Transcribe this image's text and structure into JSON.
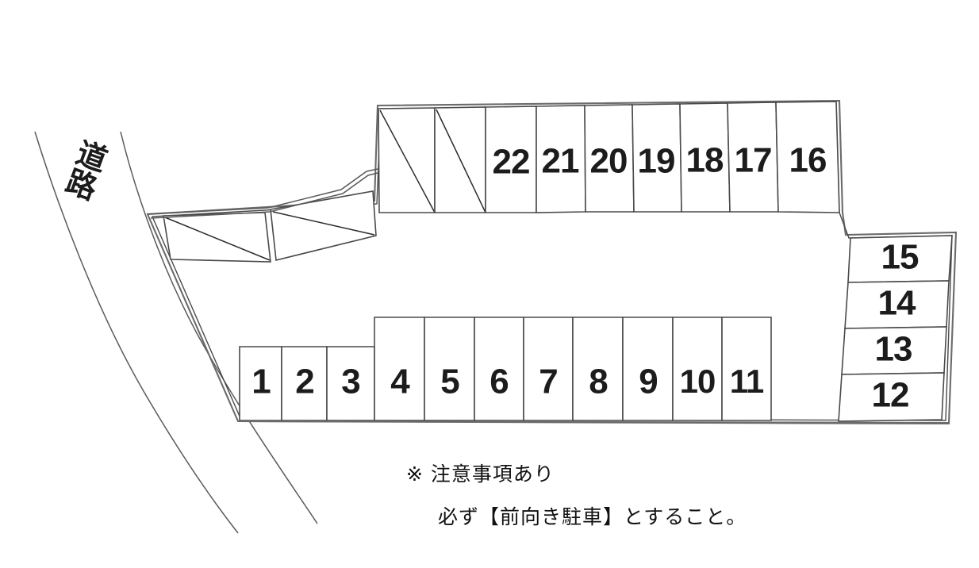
{
  "diagram": {
    "title": "parking-lot-layout",
    "road_label": "道路",
    "colors": {
      "line": "#4a4a4a",
      "outline": "#6b6b6b",
      "text": "#1c1c1c",
      "background": "#ffffff"
    }
  },
  "notes": {
    "line1": "※ 注意事項あり",
    "line2": "必ず【前向き駐車】とすること。"
  },
  "stalls": {
    "top_row": [
      {
        "label": "22"
      },
      {
        "label": "21"
      },
      {
        "label": "20"
      },
      {
        "label": "19"
      },
      {
        "label": "18"
      },
      {
        "label": "17"
      },
      {
        "label": "16"
      }
    ],
    "right_column": [
      {
        "label": "15"
      },
      {
        "label": "14"
      },
      {
        "label": "13"
      },
      {
        "label": "12"
      }
    ],
    "bottom_row": [
      {
        "label": "1"
      },
      {
        "label": "2"
      },
      {
        "label": "3"
      },
      {
        "label": "4"
      },
      {
        "label": "5"
      },
      {
        "label": "6"
      },
      {
        "label": "7"
      },
      {
        "label": "8"
      },
      {
        "label": "9"
      },
      {
        "label": "10"
      },
      {
        "label": "11"
      }
    ],
    "crossed_out_top": [
      {
        "label": ""
      },
      {
        "label": ""
      }
    ],
    "crossed_out_entrance": [
      {
        "label": ""
      },
      {
        "label": ""
      }
    ]
  }
}
